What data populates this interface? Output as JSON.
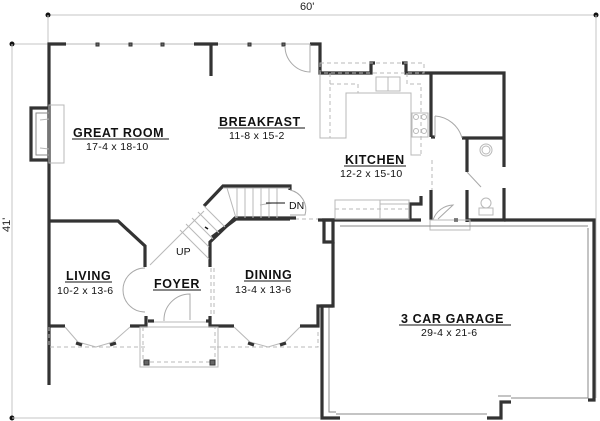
{
  "plan": {
    "overall_width": "60'",
    "overall_depth": "41'"
  },
  "rooms": {
    "great_room": {
      "name": "GREAT ROOM",
      "size": "17-4  x  18-10"
    },
    "breakfast": {
      "name": "BREAKFAST",
      "size": "11-8  x  15-2"
    },
    "kitchen": {
      "name": "KITCHEN",
      "size": "12-2  x  15-10"
    },
    "living": {
      "name": "LIVING",
      "size": "10-2  x  13-6"
    },
    "foyer": {
      "name": "FOYER"
    },
    "dining": {
      "name": "DINING",
      "size": "13-4  x  13-6"
    },
    "garage": {
      "name": "3 CAR GARAGE",
      "size": "29-4  x  21-6"
    }
  },
  "stairs": {
    "up_label": "UP",
    "down_label": "DN"
  },
  "colors": {
    "wall": "#333333",
    "fixture": "#b8b8b8",
    "dimension": "#c4c4c4",
    "background": "#ffffff"
  }
}
